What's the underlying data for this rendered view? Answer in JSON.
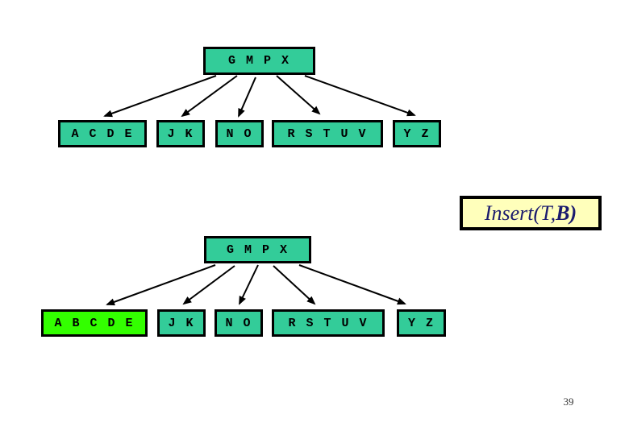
{
  "slide": {
    "page_number": "39",
    "insert_box": {
      "prefix": "Insert(T,",
      "bold": "B)"
    },
    "colors": {
      "node_fill": "#33CC99",
      "highlight_fill": "#33FF00",
      "label_fill": "#FFFFBB",
      "label_text": "#1b1b6e"
    },
    "tree_before": {
      "root": "G M P X",
      "leaves": [
        "A C D E",
        "J K",
        "N O",
        "R S T U V",
        "Y Z"
      ]
    },
    "tree_after": {
      "root": "G M P X",
      "leaves": [
        "A B C D E",
        "J K",
        "N O",
        "R S T U V",
        "Y Z"
      ]
    }
  }
}
